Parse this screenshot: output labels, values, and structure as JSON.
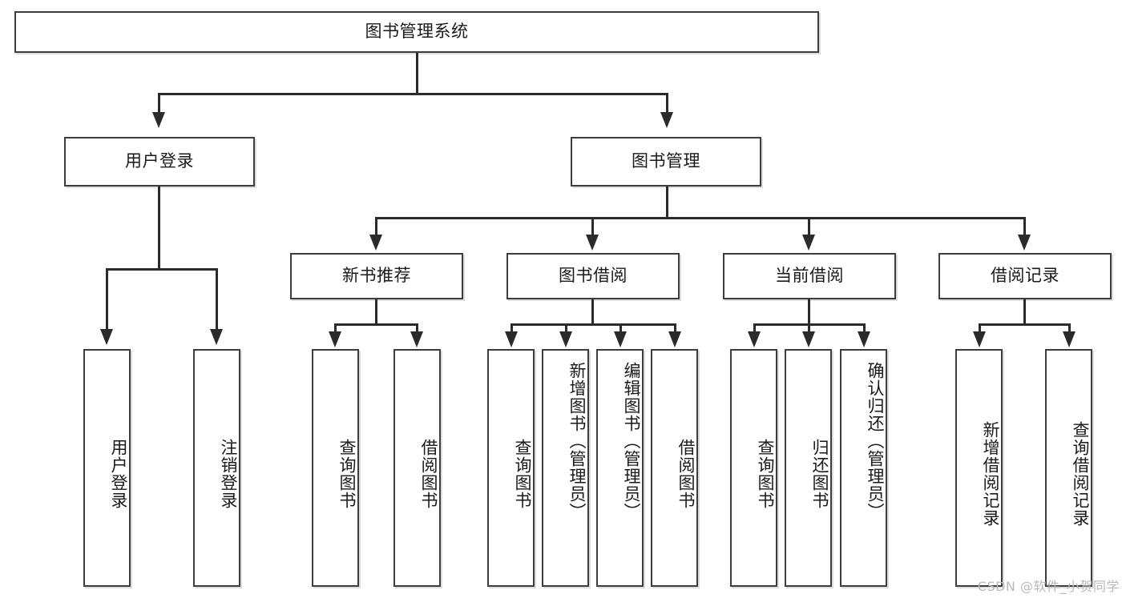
{
  "diagram": {
    "type": "tree-hierarchy",
    "title": "图书管理系统",
    "root": {
      "label": "图书管理系统"
    },
    "level2": [
      {
        "label": "用户登录"
      },
      {
        "label": "图书管理"
      }
    ],
    "level3": [
      {
        "label": "新书推荐"
      },
      {
        "label": "图书借阅"
      },
      {
        "label": "当前借阅"
      },
      {
        "label": "借阅记录"
      }
    ],
    "leaves": {
      "user_login": [
        {
          "label": "用户登录"
        },
        {
          "label": "注销登录"
        }
      ],
      "new_book_recommend": [
        {
          "label": "查询图书"
        },
        {
          "label": "借阅图书"
        }
      ],
      "book_borrow": [
        {
          "label": "查询图书"
        },
        {
          "label": "新增图书（管理员）"
        },
        {
          "label": "编辑图书（管理员）"
        },
        {
          "label": "借阅图书"
        }
      ],
      "current_borrow": [
        {
          "label": "查询图书"
        },
        {
          "label": "归还图书"
        },
        {
          "label": "确认归还（管理员）"
        }
      ],
      "borrow_record": [
        {
          "label": "新增借阅记录"
        },
        {
          "label": "查询借阅记录"
        }
      ]
    }
  },
  "watermark": {
    "text": "CSDN @软件_小贺同学"
  },
  "colors": {
    "border": "#3d3d3d",
    "line": "#2b2b2b",
    "background": "#ffffff",
    "text": "#1a1a1a",
    "watermark": "#b9b9b9"
  }
}
